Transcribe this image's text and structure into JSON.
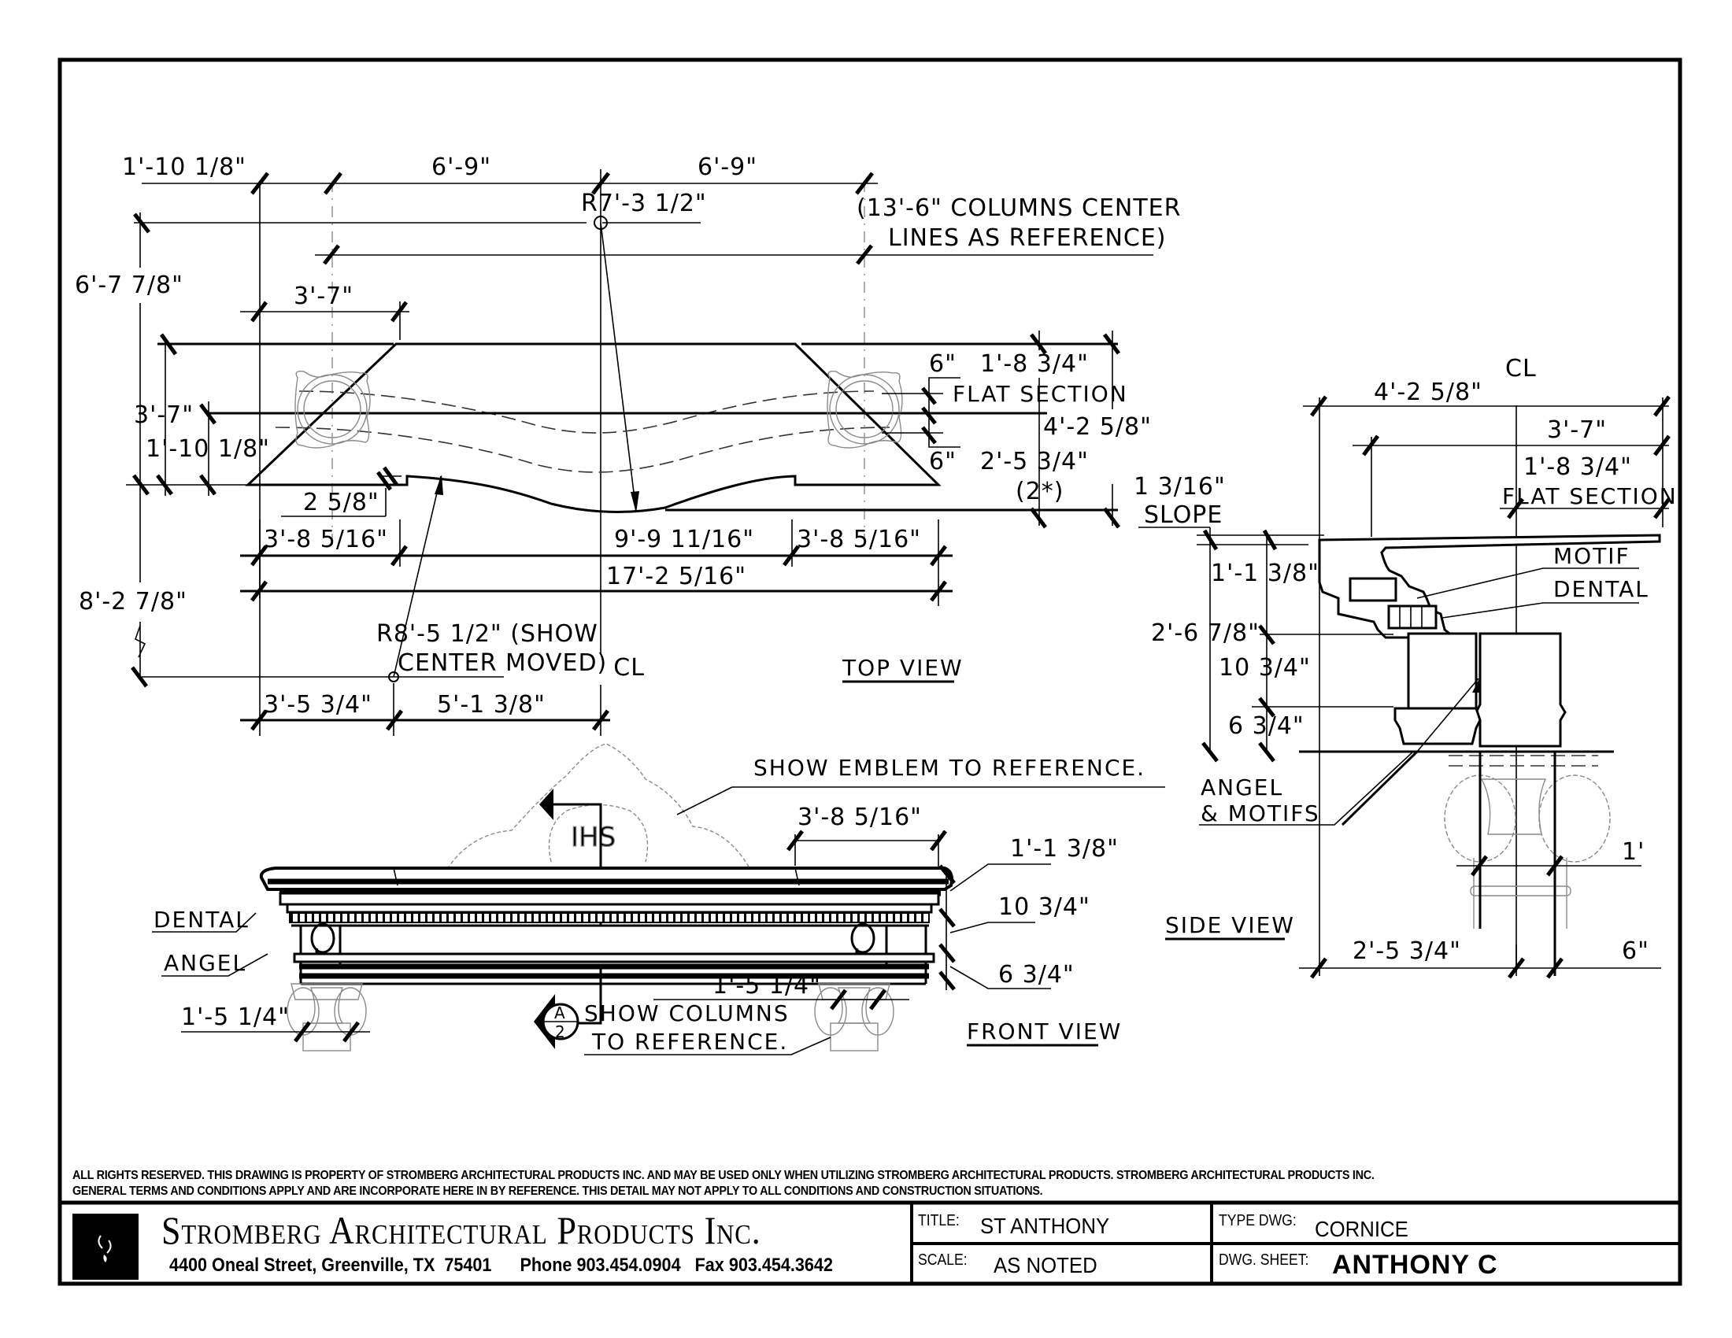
{
  "drawing": {
    "top_view": {
      "label": "TOP VIEW",
      "dims": {
        "left_offset": "1'-10 1/8\"",
        "half_left": "6'-9\"",
        "half_right": "6'-9\"",
        "radius_top": "R7'-3 1/2\"",
        "columns_note_1": "(13'-6\" COLUMNS CENTER",
        "columns_note_2": "LINES AS REFERENCE)",
        "overall_depth": "6'-7 7/8\"",
        "return_width": "3'-7\"",
        "depth_left": "3'-7\"",
        "depth_inner": "1'-10 1/8\"",
        "notch": "2 5/8\"",
        "flat_6_top": "6\"",
        "flat_section_dim": "1'-8 3/4\"",
        "flat_section_label": "FLAT SECTION",
        "depth_right": "4'-2 5/8\"",
        "flat_6_bottom": "6\"",
        "depth_right_2": "2'-5 3/4\"",
        "count_note": "(2*)",
        "slope_dim": "1 3/16\"",
        "slope_label": "SLOPE",
        "seg_left": "3'-8 5/16\"",
        "seg_center": "9'-9 11/16\"",
        "seg_right": "3'-8 5/16\"",
        "overall_length": "17'-2 5/16\"",
        "radius_bottom_1": "R8'-5 1/2\" (SHOW",
        "radius_bottom_2": "CENTER MOVED)",
        "overall_height": "8'-2 7/8\"",
        "bottom_left": "3'-5 3/4\"",
        "bottom_right": "5'-1 3/8\"",
        "centerline": "CL"
      }
    },
    "front_view": {
      "label": "FRONT VIEW",
      "emblem_note": "SHOW EMBLEM TO REFERENCE.",
      "emblem_text": "IHS",
      "return_dim": "3'-8 5/16\"",
      "h1": "1'-1 3/8\"",
      "h2": "10 3/4\"",
      "h3": "6 3/4\"",
      "dental_label": "DENTAL",
      "angel_label": "ANGEL",
      "col_left": "1'-5 1/4\"",
      "col_right": "1'-5 1/4\"",
      "section_marker_top": "A",
      "section_marker_bottom": "2",
      "columns_note_1": "SHOW COLUMNS",
      "columns_note_2": "TO REFERENCE."
    },
    "side_view": {
      "label": "SIDE VIEW",
      "centerline": "CL",
      "d_top": "4'-2 5/8\"",
      "d_mid": "3'-7\"",
      "d_flat": "1'-8 3/4\"",
      "flat_label": "FLAT SECTION",
      "motif_label": "MOTIF",
      "dental_label": "DENTAL",
      "h1": "1'-1 3/8\"",
      "h_total": "2'-6 7/8\"",
      "h2": "10 3/4\"",
      "h3": "6 3/4\"",
      "angel_label_1": "ANGEL",
      "angel_label_2": "& MOTIFS",
      "col_dim": "1'",
      "base_left": "2'-5 3/4\"",
      "base_right": "6\""
    }
  },
  "title_block": {
    "notes_line_1": "ALL RIGHTS RESERVED. THIS DRAWING IS PROPERTY OF STROMBERG ARCHITECTURAL PRODUCTS INC. AND MAY BE USED ONLY WHEN UTILIZING STROMBERG ARCHITECTURAL PRODUCTS.  STROMBERG ARCHITECTURAL PRODUCTS INC.",
    "notes_line_2": "GENERAL TERMS AND CONDITIONS APPLY AND ARE INCORPORATE HERE IN BY REFERENCE.  THIS DETAIL MAY NOT APPLY TO ALL CONDITIONS AND CONSTRUCTION SITUATIONS.",
    "company": "Stromberg Architectural Products Inc.",
    "address": "4400 Oneal Street, Greenville, TX  75401",
    "phone": "Phone 903.454.0904",
    "fax": "Fax 903.454.3642",
    "title_label": "TITLE:",
    "title_value": "ST ANTHONY",
    "type_label": "TYPE DWG:",
    "type_value": "CORNICE",
    "scale_label": "SCALE:",
    "scale_value": "AS NOTED",
    "sheet_label": "DWG. SHEET:",
    "sheet_value": "ANTHONY C",
    "logo_icon": "flame-logo-icon"
  },
  "colors": {
    "ink": "#000000",
    "reference_gray": "#8a8a8a",
    "paper": "#ffffff"
  }
}
